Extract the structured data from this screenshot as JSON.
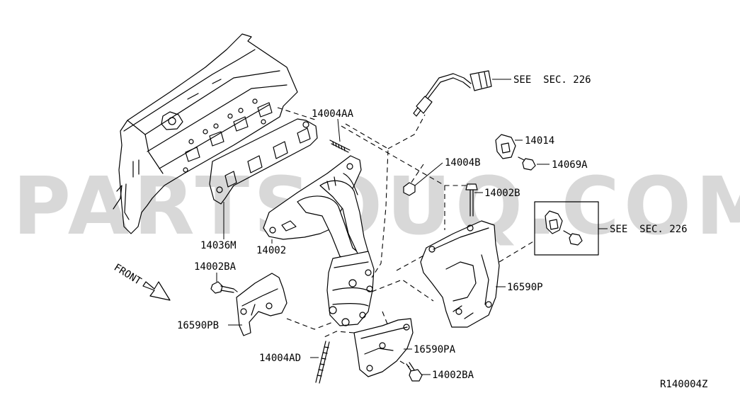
{
  "watermark": "PARTSOUQ.COM",
  "labels": {
    "p14004AA": "14004AA",
    "p14004B": "14004B",
    "p14014": "14014",
    "p14069A": "14069A",
    "p14002B": "14002B",
    "p14036M": "14036M",
    "p14002": "14002",
    "p14002BA_top": "14002BA",
    "p16590P": "16590P",
    "p16590PB": "16590PB",
    "p14004AD": "14004AD",
    "p16590PA": "16590PA",
    "p14002BA_bottom": "14002BA",
    "see_sec_top": "SEE  SEC. 226",
    "see_sec_right": "SEE  SEC. 226"
  },
  "front_label": "FRONT",
  "diagram_code": "R140004Z"
}
